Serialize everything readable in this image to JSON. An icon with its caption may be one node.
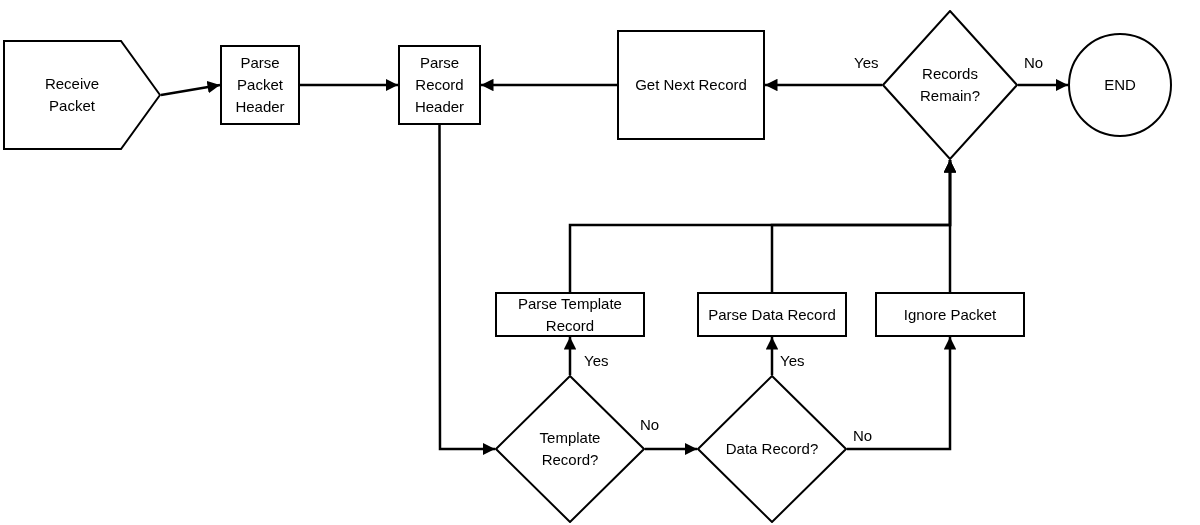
{
  "diagram": {
    "nodes": [
      {
        "text": [
          "Receive Packet"
        ]
      },
      {
        "text": [
          "Parse Packet Header"
        ]
      },
      {
        "text": [
          "Parse Record Header"
        ]
      },
      {
        "text": [
          "Get Next Record"
        ]
      },
      {
        "text": [
          "Records Remain?"
        ]
      },
      {
        "text": [
          "END"
        ]
      },
      {
        "text": [
          "Parse Template Record"
        ]
      },
      {
        "text": [
          "Parse Data Record"
        ]
      },
      {
        "text": [
          "Ignore Packet"
        ]
      },
      {
        "text": [
          "Template Record?"
        ]
      },
      {
        "text": [
          "Data Record?"
        ]
      }
    ],
    "edges": [
      {
        "from": 0,
        "to": 1,
        "arrow": "to"
      },
      {
        "from": 1,
        "to": 2,
        "arrow": "to"
      },
      {
        "from": 3,
        "to": 2,
        "arrow": "to"
      },
      {
        "from": 4,
        "to": 3,
        "arrow": "to",
        "label": "Yes"
      },
      {
        "from": 4,
        "to": 5,
        "arrow": "to",
        "label": "No"
      },
      {
        "from": 2,
        "to": 9,
        "arrow": "to"
      },
      {
        "from": 9,
        "to": 6,
        "arrow": "to",
        "label": "Yes"
      },
      {
        "from": 9,
        "to": 10,
        "arrow": "to",
        "label": "No"
      },
      {
        "from": 10,
        "to": 7,
        "arrow": "to",
        "label": "Yes"
      },
      {
        "from": 10,
        "to": 8,
        "arrow": "to",
        "label": "No"
      },
      {
        "from": 6,
        "to": 4,
        "arrow": "to"
      },
      {
        "from": 7,
        "to": 4,
        "arrow": "to"
      },
      {
        "from": 8,
        "to": 4,
        "arrow": "to"
      }
    ]
  }
}
